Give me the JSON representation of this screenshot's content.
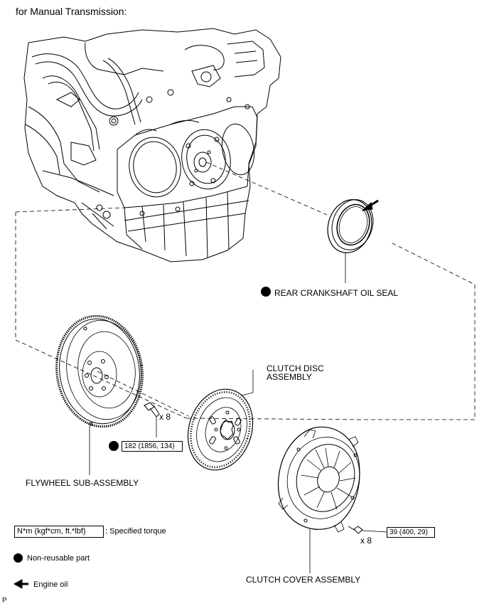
{
  "title": "for Manual Transmission:",
  "labels": {
    "rear_seal": "REAR CRANKSHAFT OIL SEAL",
    "clutch_disc_line1": "CLUTCH DISC",
    "clutch_disc_line2": "ASSEMBLY",
    "flywheel": "FLYWHEEL SUB-ASSEMBLY",
    "clutch_cover": "CLUTCH COVER ASSEMBLY",
    "flywheel_bolt_qty": "x 8",
    "cover_bolt_qty": "x 8"
  },
  "torques": {
    "flywheel_bolt": "182 (1856, 134)",
    "cover_bolt": "39 (400, 29)"
  },
  "legend": {
    "torque_box": "N*m (kgf*cm, ft.*lbf)",
    "torque_text": ": Specified torque",
    "nonreusable_text": "Non-reusable part",
    "oil_text": "Engine oil"
  },
  "corner_mark": "P"
}
